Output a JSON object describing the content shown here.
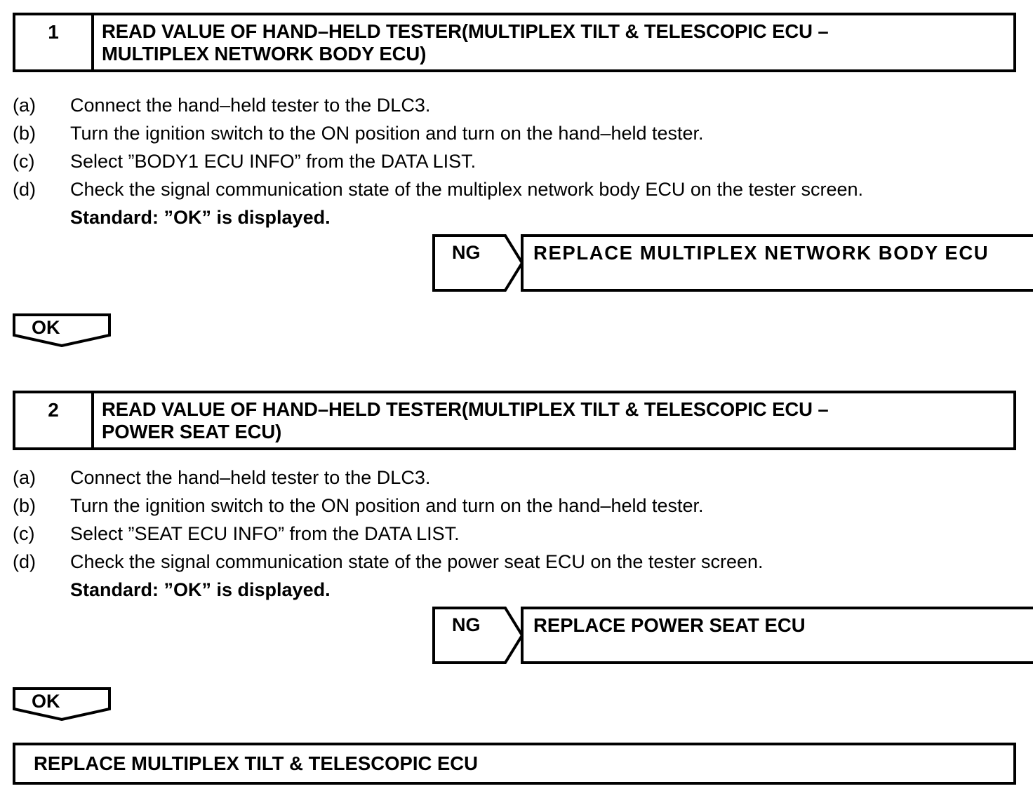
{
  "document": {
    "type": "diagnostic-flowchart",
    "steps": [
      {
        "number": "1",
        "title": "READ VALUE OF HAND–HELD TESTER(MULTIPLEX TILT & TELESCOPIC ECU – MULTIPLEX NETWORK BODY ECU)",
        "title_line1": "READ VALUE OF HAND–HELD TESTER(MULTIPLEX TILT & TELESCOPIC ECU –",
        "title_line2": "MULTIPLEX NETWORK BODY ECU)",
        "instructions": [
          {
            "letter": "(a)",
            "text": "Connect the hand–held tester to the DLC3."
          },
          {
            "letter": "(b)",
            "text": "Turn the ignition switch to the ON position and turn on the hand–held tester."
          },
          {
            "letter": "(c)",
            "text": "Select ”BODY1 ECU INFO” from the DATA LIST."
          },
          {
            "letter": "(d)",
            "text": "Check the signal communication state of the multiplex network body ECU on the tester screen."
          }
        ],
        "standard": "Standard: ”OK” is displayed.",
        "ng_label": "NG",
        "ng_result": "REPLACE MULTIPLEX NETWORK BODY ECU",
        "ok_label": "OK"
      },
      {
        "number": "2",
        "title": "READ VALUE OF HAND–HELD TESTER(MULTIPLEX TILT & TELESCOPIC ECU – POWER SEAT ECU)",
        "title_line1": "READ VALUE OF HAND–HELD TESTER(MULTIPLEX TILT & TELESCOPIC ECU –",
        "title_line2": "POWER SEAT ECU)",
        "instructions": [
          {
            "letter": "(a)",
            "text": "Connect the hand–held tester to the DLC3."
          },
          {
            "letter": "(b)",
            "text": "Turn the ignition switch to the ON position and turn on the hand–held tester."
          },
          {
            "letter": "(c)",
            "text": "Select ”SEAT ECU INFO” from the DATA LIST."
          },
          {
            "letter": "(d)",
            "text": "Check the signal communication state of the power seat ECU on the tester screen."
          }
        ],
        "standard": "Standard: ”OK” is displayed.",
        "ng_label": "NG",
        "ng_result": "REPLACE POWER SEAT ECU",
        "ok_label": "OK"
      }
    ],
    "final_result": "REPLACE MULTIPLEX TILT & TELESCOPIC ECU",
    "colors": {
      "ink": "#000000",
      "paper": "#ffffff"
    }
  }
}
